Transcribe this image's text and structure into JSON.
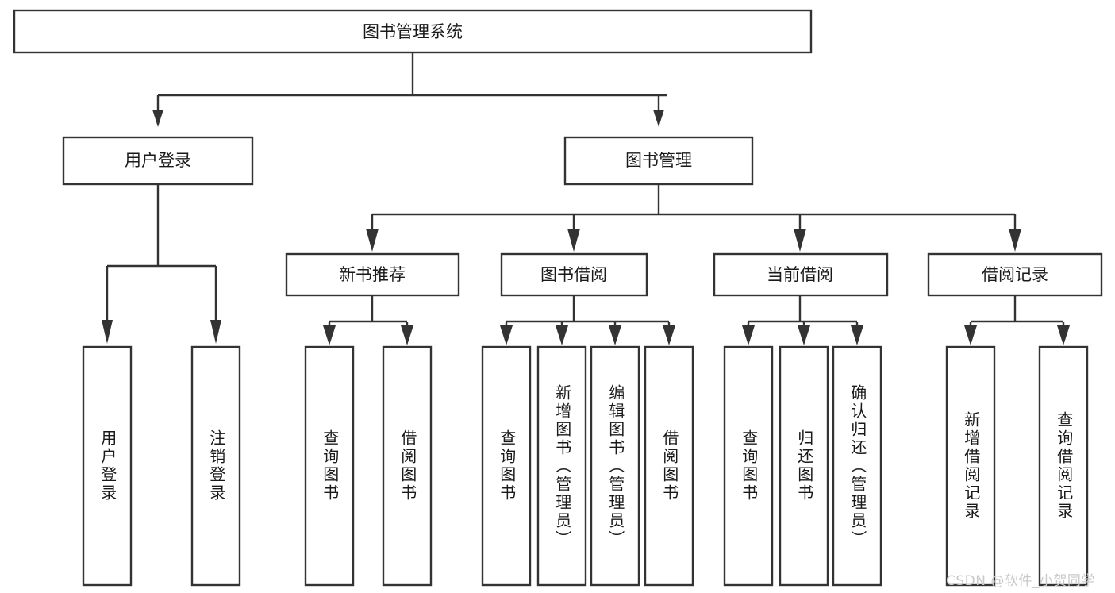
{
  "diagram": {
    "title": "图书管理系统",
    "type": "hierarchy-tree",
    "root": {
      "id": "root",
      "label": "图书管理系统"
    },
    "level2": [
      {
        "id": "user-login",
        "label": "用户登录"
      },
      {
        "id": "book-management",
        "label": "图书管理"
      }
    ],
    "level3": [
      {
        "id": "new-book-recommend",
        "label": "新书推荐"
      },
      {
        "id": "book-borrow",
        "label": "图书借阅"
      },
      {
        "id": "current-borrow",
        "label": "当前借阅"
      },
      {
        "id": "borrow-record",
        "label": "借阅记录"
      }
    ],
    "leaves": [
      {
        "id": "leaf-user-login",
        "parent": "user-login",
        "label": "用户登录"
      },
      {
        "id": "leaf-user-logout",
        "parent": "user-login",
        "label": "注销登录"
      },
      {
        "id": "leaf-query-book-1",
        "parent": "new-book-recommend",
        "label": "查询图书"
      },
      {
        "id": "leaf-borrow-book-1",
        "parent": "new-book-recommend",
        "label": "借阅图书"
      },
      {
        "id": "leaf-query-book-2",
        "parent": "book-borrow",
        "label": "查询图书"
      },
      {
        "id": "leaf-add-book",
        "parent": "book-borrow",
        "label": "新增图书（管理员）"
      },
      {
        "id": "leaf-edit-book",
        "parent": "book-borrow",
        "label": "编辑图书（管理员）"
      },
      {
        "id": "leaf-borrow-book-2",
        "parent": "book-borrow",
        "label": "借阅图书"
      },
      {
        "id": "leaf-query-book-3",
        "parent": "current-borrow",
        "label": "查询图书"
      },
      {
        "id": "leaf-return-book",
        "parent": "current-borrow",
        "label": "归还图书"
      },
      {
        "id": "leaf-confirm-return",
        "parent": "current-borrow",
        "label": "确认归还（管理员）"
      },
      {
        "id": "leaf-add-record",
        "parent": "borrow-record",
        "label": "新增借阅记录"
      },
      {
        "id": "leaf-query-record",
        "parent": "borrow-record",
        "label": "查询借阅记录"
      }
    ],
    "colors": {
      "box_stroke": "#333333",
      "box_fill": "#ffffff",
      "text": "#1a1a1a",
      "connector": "#333333",
      "watermark": "#c9c9c9",
      "background": "#ffffff"
    }
  },
  "watermark": {
    "text": "CSDN @软件_小贺同学"
  }
}
